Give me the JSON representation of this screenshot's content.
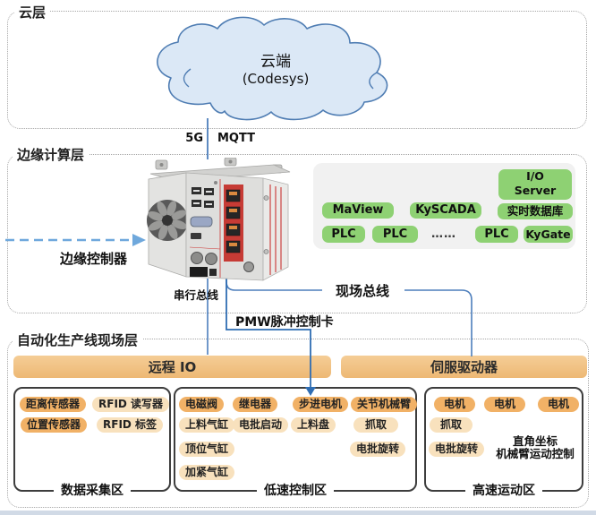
{
  "colors": {
    "cloud_fill": "#dbe8f6",
    "cloud_stroke": "#4f7db3",
    "wire_blue": "#4d7ebc",
    "dashed_arrow_blue": "#6fa8dc",
    "green_chip": "#8ed173",
    "panel_gray": "#f1f1f1",
    "bar_orange": "#f2c488",
    "chip_orange_dark": "#f1b166",
    "chip_orange_light": "#f8e1bd"
  },
  "cloud_layer": {
    "label": "云层",
    "cloud": {
      "title": "云端",
      "subtitle": "(Codesys)"
    }
  },
  "uplink": {
    "left": "5G",
    "right": "MQTT"
  },
  "edge_layer": {
    "label": "边缘计算层",
    "controller_label": "边缘控制器",
    "serial_bus_label": "串行总线",
    "field_bus_label": "现场总线",
    "pwm_label": "PMW脉冲控制卡",
    "panel": {
      "io_server_line1": "I/O",
      "io_server_line2": "Server",
      "mid_row": [
        "MaView",
        "KySCADA",
        "实时数据库"
      ],
      "bottom_row": [
        "PLC",
        "PLC",
        "……",
        "PLC",
        "KyGate"
      ]
    }
  },
  "field_layer": {
    "label": "自动化生产线现场层",
    "bars": [
      {
        "label": "远程 IO"
      },
      {
        "label": "伺服驱动器"
      }
    ],
    "groups": [
      {
        "name": "数据采集区",
        "chips": [
          {
            "label": "距离传感器"
          },
          {
            "label": "RFID 读写器"
          },
          {
            "label": "位置传感器"
          },
          {
            "label": "RFID 标签"
          }
        ]
      },
      {
        "name": "低速控制区",
        "chips": [
          {
            "label": "电磁阀"
          },
          {
            "label": "继电器"
          },
          {
            "label": "步进电机"
          },
          {
            "label": "关节机械臂"
          },
          {
            "label": "上料气缸"
          },
          {
            "label": "电批启动"
          },
          {
            "label": "上料盘"
          },
          {
            "label": "抓取"
          },
          {
            "label": "顶位气缸"
          },
          {
            "label": "电批旋转"
          },
          {
            "label": "加紧气缸"
          }
        ]
      },
      {
        "name": "高速运动区",
        "chips": [
          {
            "label": "电机"
          },
          {
            "label": "电机"
          },
          {
            "label": "电机"
          },
          {
            "label": "抓取"
          },
          {
            "label": "电批旋转"
          }
        ],
        "note_line1": "直角坐标",
        "note_line2": "机械臂运动控制"
      }
    ]
  }
}
